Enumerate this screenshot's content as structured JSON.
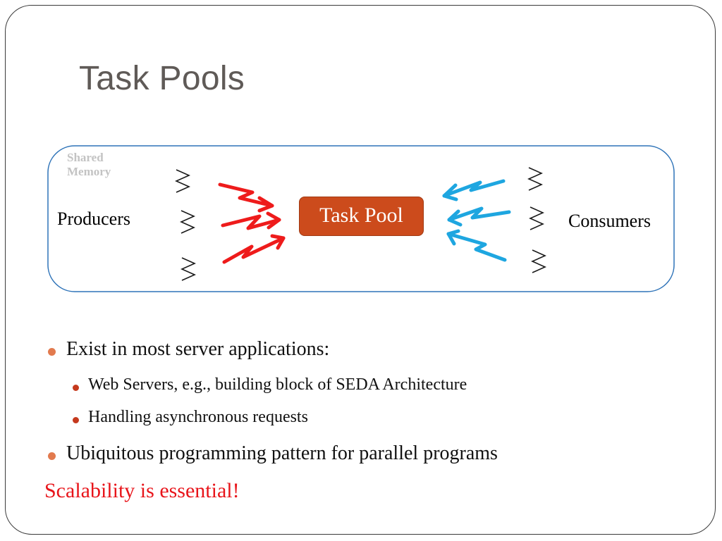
{
  "slide": {
    "title": "Task Pools"
  },
  "diagram": {
    "shared_memory_label": "Shared Memory",
    "producers_label": "Producers",
    "consumers_label": "Consumers",
    "task_pool_label": "Task Pool",
    "colors": {
      "container_border": "#2e73b8",
      "producer_arrow": "#ee1b1b",
      "consumer_arrow": "#1ea6e0",
      "task_pool_fill": "#cc4b1c",
      "thread_squiggle": "#1a1a1a"
    },
    "producer_thread_count": 3,
    "consumer_thread_count": 3,
    "producer_arrow_count": 3,
    "consumer_arrow_count": 3
  },
  "content": {
    "bullets": [
      {
        "text": "Exist in most server applications:",
        "level": 1
      },
      {
        "text": "Web Servers, e.g., building block of SEDA Architecture",
        "level": 2
      },
      {
        "text": "Handling asynchronous requests",
        "level": 2
      },
      {
        "text": "Ubiquitous programming pattern for parallel programs",
        "level": 1
      }
    ],
    "emphasis": "Scalability is essential!"
  }
}
